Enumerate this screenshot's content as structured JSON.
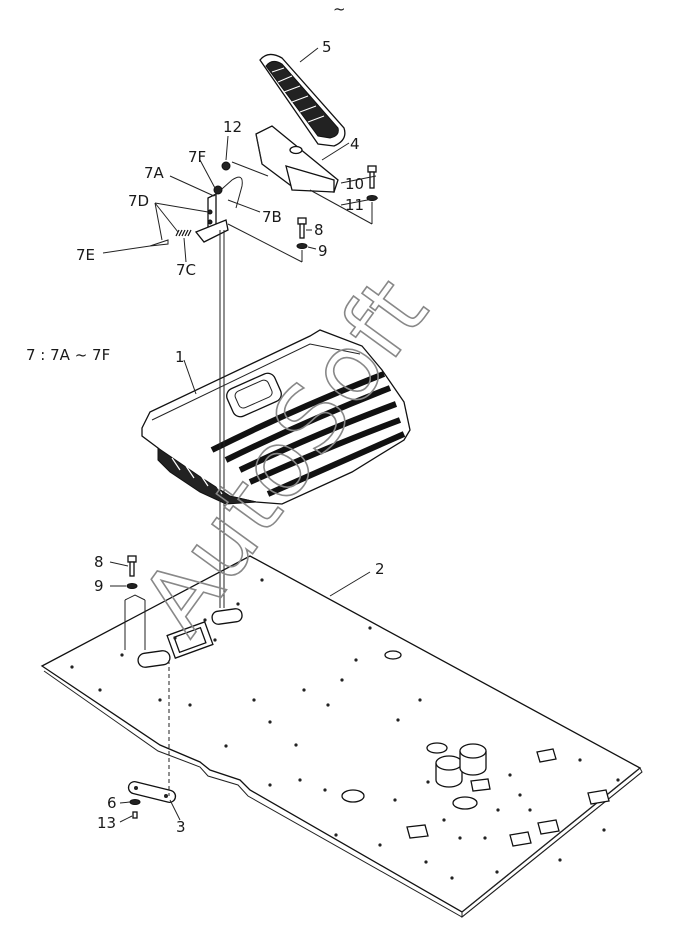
{
  "watermark": "AutoSoft",
  "top_mark": "~",
  "note": "7 : 7A ~ 7F",
  "callouts": {
    "c1": "1",
    "c2": "2",
    "c3": "3",
    "c4": "4",
    "c5": "5",
    "c6": "6",
    "c8a": "8",
    "c9a": "9",
    "c8b": "8",
    "c9b": "9",
    "c10": "10",
    "c11": "11",
    "c12": "12",
    "c13": "13",
    "c7a": "7A",
    "c7b": "7B",
    "c7c": "7C",
    "c7d": "7D",
    "c7e": "7E",
    "c7f": "7F"
  }
}
